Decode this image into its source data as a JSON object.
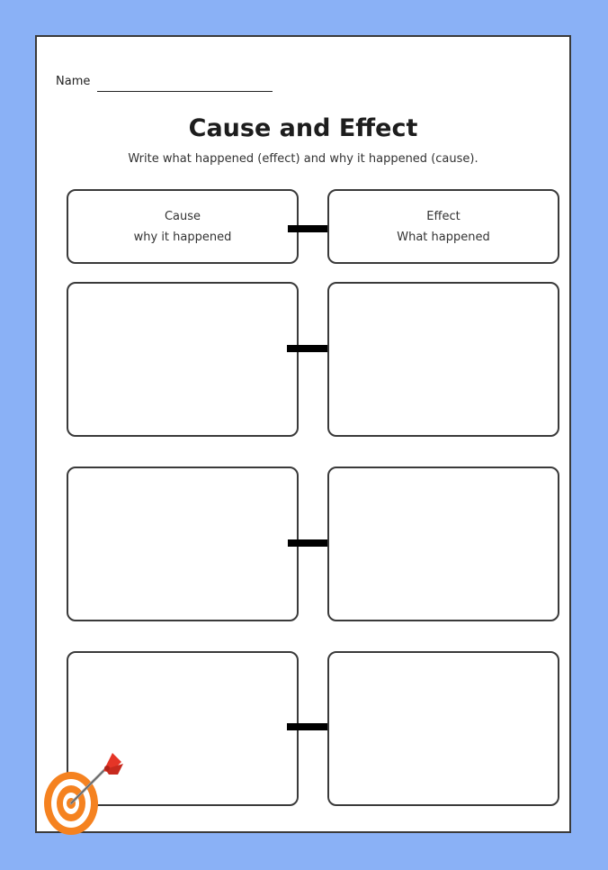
{
  "worksheet": {
    "name_label": "Name",
    "title": "Cause and Effect",
    "instructions": "Write what happened (effect) and why it happened (cause)."
  },
  "headers": {
    "cause_title": "Cause",
    "cause_subtitle": "why it happened",
    "effect_title": "Effect",
    "effect_subtitle": "What happened"
  },
  "icons": {
    "arrow": "right-arrow-icon",
    "target": "dart-target-icon"
  },
  "colors": {
    "background": "#8ab1f6",
    "target_orange": "#f58220",
    "dart_red": "#e53527"
  }
}
